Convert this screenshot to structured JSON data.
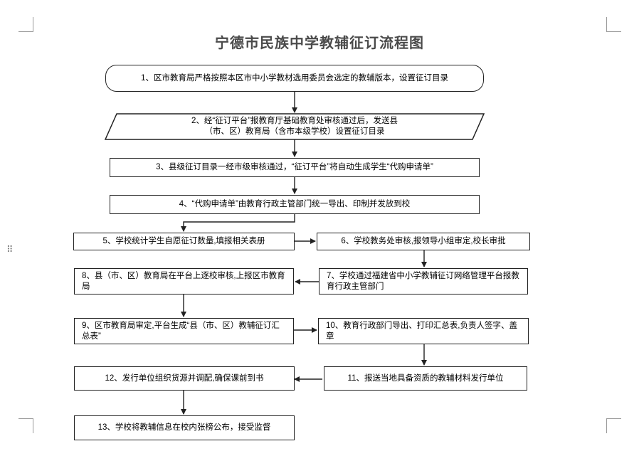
{
  "title": "宁德市民族中学教辅征订流程图",
  "steps": {
    "s1": "1、区市教育局严格按照本区市中小学教材选用委员会选定的教辅版本，设置征订目录",
    "s2_line1": "2、经“征订平台”报教育厅基础教育处审核通过后，发送县",
    "s2_line2": "（市、区）教育局（含市本级学校）设置征订目录",
    "s3": "3、县级征订目录一经市级审核通过，“征订平台”将自动生成学生“代购申请单”",
    "s4": "4、“代购申请单”由教育行政主管部门统一导出、印制并发放到校",
    "s5": "5、学校统计学生自愿征订数量,填报相关表册",
    "s6": "6、学校教务处审核,报领导小组审定,校长审批",
    "s7": "7、学校通过福建省中小学教辅征订网络管理平台报教育行政主管部门",
    "s8": "8、县（市、区）教育局在平台上逐校审核,上报区市教育局",
    "s9": "9、区市教育局审定,平台生成“县（市、区）教辅征订汇总表”",
    "s10": "10、教育行政部门导出、打印汇总表,负责人签字、盖章",
    "s11": "11、报送当地具备资质的教辅材料发行单位",
    "s12": "12、发行单位组织货源并调配,确保课前到书",
    "s13": "13、学校将教辅信息在校内张榜公布，接受监督"
  },
  "colors": {
    "line": "#222222",
    "title": "#4a4a4a"
  }
}
